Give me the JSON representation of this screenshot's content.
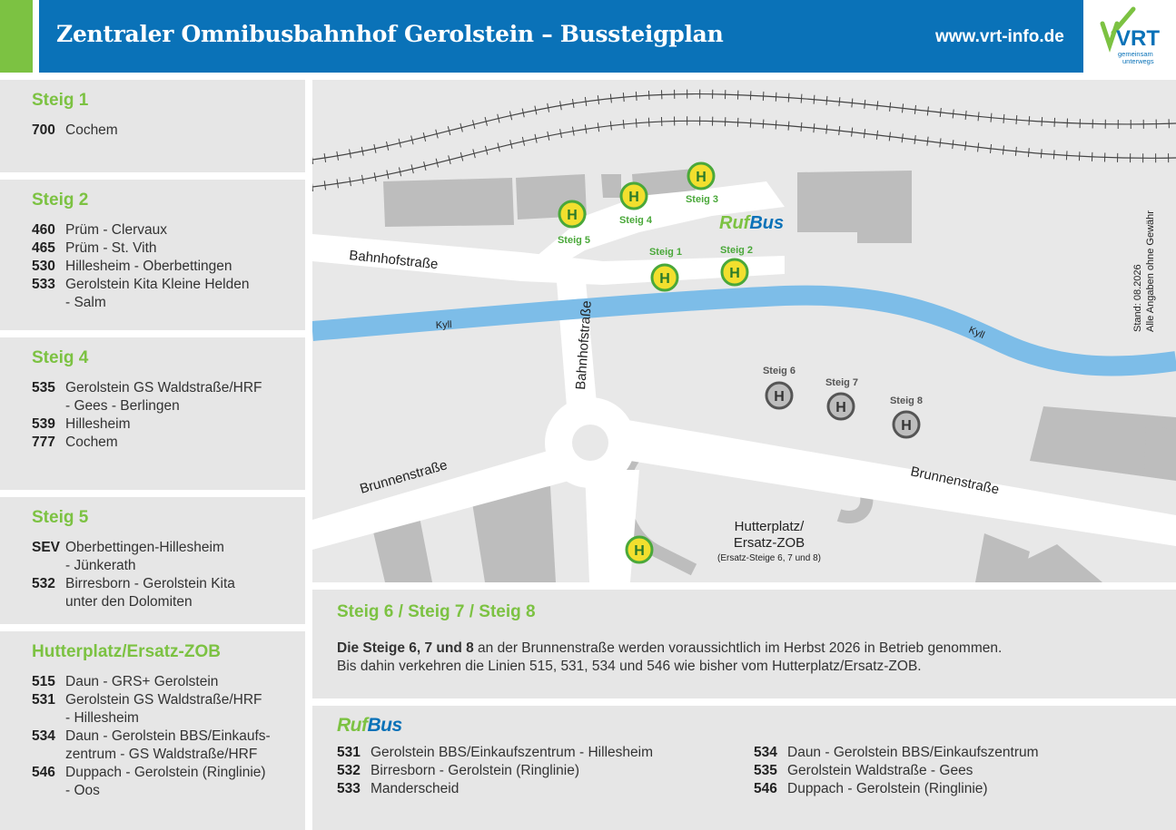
{
  "header": {
    "title": "Zentraler Omnibusbahnhof Gerolstein – Bussteigplan",
    "url": "www.vrt-info.de",
    "logo_text": "VRT",
    "logo_tagline_1": "gemeinsam",
    "logo_tagline_2": "unterwegs"
  },
  "colors": {
    "green": "#7cc242",
    "blue": "#0a72b8",
    "river": "#7dbde8"
  },
  "panels": [
    {
      "title": "Steig 1",
      "lines": [
        {
          "num": "700",
          "dest": "Cochem"
        }
      ]
    },
    {
      "title": "Steig 2",
      "lines": [
        {
          "num": "460",
          "dest": "Prüm - Clervaux"
        },
        {
          "num": "465",
          "dest": "Prüm - St. Vith"
        },
        {
          "num": "530",
          "dest": "Hillesheim - Oberbettingen"
        },
        {
          "num": "533",
          "dest": "Gerolstein Kita Kleine Helden\n- Salm"
        }
      ]
    },
    {
      "title": "Steig 4",
      "lines": [
        {
          "num": "535",
          "dest": "Gerolstein GS Waldstraße/HRF\n- Gees - Berlingen"
        },
        {
          "num": "539",
          "dest": "Hillesheim"
        },
        {
          "num": "777",
          "dest": "Cochem"
        }
      ]
    },
    {
      "title": "Steig 5",
      "lines": [
        {
          "num": "SEV",
          "dest": "Oberbettingen-Hillesheim\n- Jünkerath"
        },
        {
          "num": "532",
          "dest": "Birresborn - Gerolstein Kita\nunter den Dolomiten"
        }
      ]
    },
    {
      "title": "Hutterplatz/Ersatz-ZOB",
      "lines": [
        {
          "num": "515",
          "dest": "Daun - GRS+ Gerolstein"
        },
        {
          "num": "531",
          "dest": "Gerolstein GS Waldstraße/HRF\n- Hillesheim"
        },
        {
          "num": "534",
          "dest": "Daun - Gerolstein BBS/Einkaufs-\nzentrum - GS Waldstraße/HRF"
        },
        {
          "num": "546",
          "dest": "Duppach - Gerolstein (Ringlinie)\n- Oos"
        }
      ]
    }
  ],
  "map": {
    "streets": {
      "bahnhof_1": "Bahnhofstraße",
      "bahnhof_2": "Bahnhofstraße",
      "brunnen_1": "Brunnenstraße",
      "brunnen_2": "Brunnenstraße"
    },
    "river_1": "Kyll",
    "river_2": "Kyll",
    "stops": {
      "s1": "Steig 1",
      "s2": "Steig 2",
      "s3": "Steig 3",
      "s4": "Steig 4",
      "s5": "Steig 5",
      "s6": "Steig 6",
      "s7": "Steig 7",
      "s8": "Steig 8"
    },
    "stop_symbol": "H",
    "rufbus_ruf": "Ruf",
    "rufbus_bus": "Bus",
    "hutterplatz_1": "Hutterplatz/",
    "hutterplatz_2": "Ersatz-ZOB",
    "hutterplatz_note": "(Ersatz-Steige 6, 7 und 8)",
    "stand_1": "Stand: 08.2026",
    "stand_2": "Alle Angaben ohne Gewähr"
  },
  "info": {
    "title": "Steig 6 / Steig 7 / Steig 8",
    "bold": "Die Steige 6, 7 und 8",
    "text_1": " an der Brunnenstraße werden voraussichtlich im Herbst 2026 in Betrieb genommen.",
    "text_2": "Bis dahin verkehren die Linien 515, 531, 534 und 546 wie bisher vom Hutterplatz/Ersatz-ZOB."
  },
  "rufbus": {
    "ruf": "Ruf",
    "bus": "Bus",
    "left": [
      {
        "num": "531",
        "dest": "Gerolstein BBS/Einkaufszentrum - Hillesheim"
      },
      {
        "num": "532",
        "dest": "Birresborn - Gerolstein (Ringlinie)"
      },
      {
        "num": "533",
        "dest": "Manderscheid"
      }
    ],
    "right": [
      {
        "num": "534",
        "dest": "Daun - Gerolstein BBS/Einkaufszentrum"
      },
      {
        "num": "535",
        "dest": "Gerolstein Waldstraße - Gees"
      },
      {
        "num": "546",
        "dest": "Duppach - Gerolstein (Ringlinie)"
      }
    ]
  }
}
